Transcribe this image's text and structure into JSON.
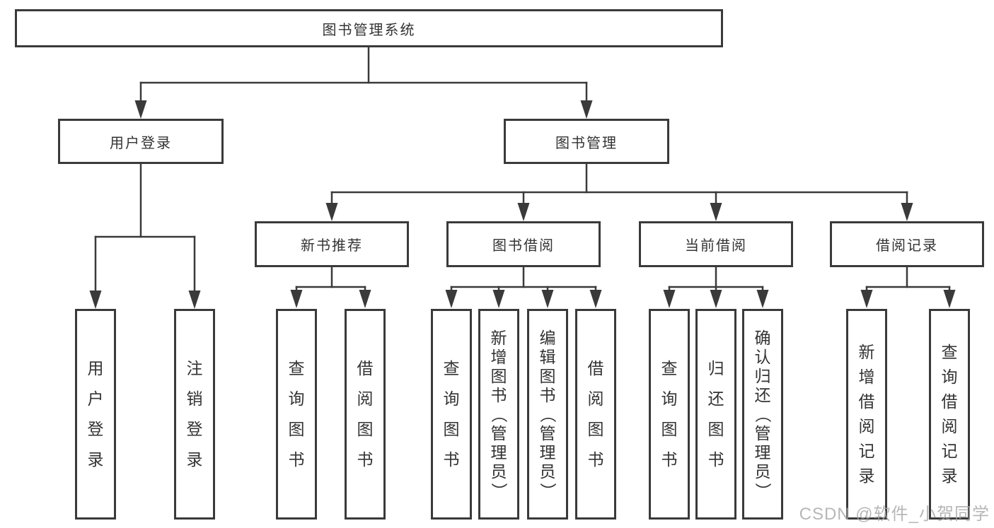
{
  "tree": {
    "label": "图书管理系统",
    "children": [
      {
        "label": "用户登录",
        "children": [
          {
            "label": "用户登录"
          },
          {
            "label": "注销登录"
          }
        ]
      },
      {
        "label": "图书管理",
        "children": [
          {
            "label": "新书推荐",
            "children": [
              {
                "label": "查询图书"
              },
              {
                "label": "借阅图书"
              }
            ]
          },
          {
            "label": "图书借阅",
            "children": [
              {
                "label": "查询图书"
              },
              {
                "label": "新增图书（管理员）"
              },
              {
                "label": "编辑图书（管理员）"
              },
              {
                "label": "借阅图书"
              }
            ]
          },
          {
            "label": "当前借阅",
            "children": [
              {
                "label": "查询图书"
              },
              {
                "label": "归还图书"
              },
              {
                "label": "确认归还（管理员）"
              }
            ]
          },
          {
            "label": "借阅记录",
            "children": [
              {
                "label": "新增借阅记录"
              },
              {
                "label": "查询借阅记录"
              }
            ]
          }
        ]
      }
    ]
  },
  "watermark": "CSDN @软件_小贺同学",
  "colors": {
    "line": "#3a3a3a",
    "box_border": "#3a3a3a",
    "box_fill": "#ffffff",
    "text": "#333333",
    "watermark": "#a6a6a6"
  }
}
